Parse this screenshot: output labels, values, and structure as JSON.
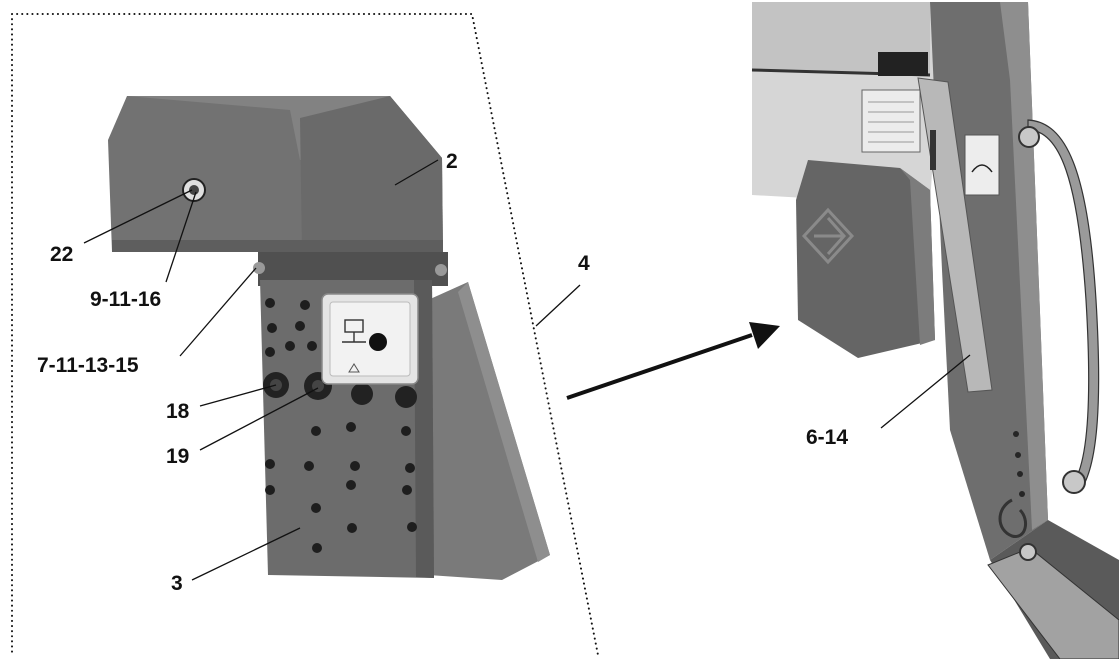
{
  "callouts": {
    "c2": "2",
    "c22": "22",
    "c9_11_16": "9-11-16",
    "c7_11_13_15": "7-11-13-15",
    "c18": "18",
    "c19": "19",
    "c3": "3",
    "c4": "4",
    "c6_14": "6-14"
  },
  "colors": {
    "cover": "#727272",
    "cover_top": "#8a8a8a",
    "plate": "#6c6c6c",
    "plate_dark": "#5a5a5a",
    "mast": "#6e6e6e",
    "hole": "#1e1e1e",
    "switch_box": "#e4e4e4",
    "background": "#ffffff"
  },
  "icons": [
    "key-switch-icon",
    "push-button-icon",
    "logo-emblem-icon",
    "arrow-right-icon"
  ]
}
